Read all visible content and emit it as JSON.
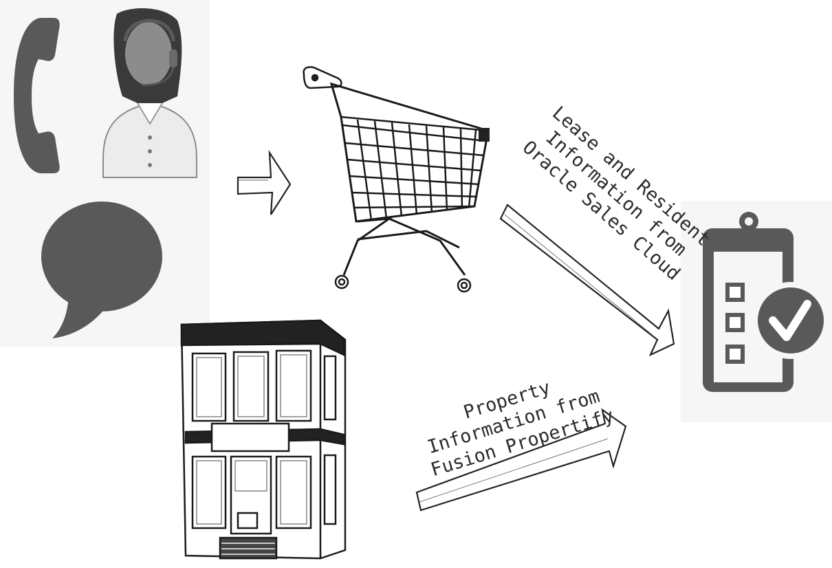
{
  "diagram": {
    "labels": {
      "lease_flow": [
        "Lease and Resident",
        "Information from",
        "Oracle Sales Cloud"
      ],
      "property_flow": [
        "Property",
        "Information from",
        "Fusion Propertify"
      ]
    },
    "nodes": [
      {
        "name": "phone-icon"
      },
      {
        "name": "agent-headset-icon"
      },
      {
        "name": "chat-bubble-icon"
      },
      {
        "name": "shopping-cart-icon"
      },
      {
        "name": "building-icon"
      },
      {
        "name": "checklist-clipboard-icon"
      }
    ],
    "colors": {
      "icon": "#595959",
      "outline": "#1a1a1a",
      "panel_bg": "#f6f6f6"
    }
  }
}
